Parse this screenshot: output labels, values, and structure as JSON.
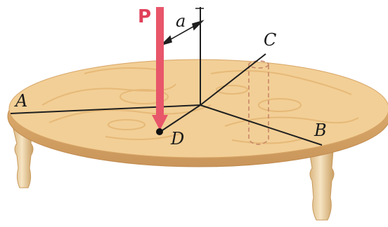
{
  "labels": {
    "force": "P",
    "distance": "a",
    "point_a": "A",
    "point_b": "B",
    "point_c": "C",
    "point_d": "D"
  },
  "colors": {
    "force_arrow": "#e8566a",
    "table_top": "#f2cf96",
    "table_edge": "#dba967",
    "leg": "#ecd3a6",
    "line": "#1f1f1f"
  }
}
